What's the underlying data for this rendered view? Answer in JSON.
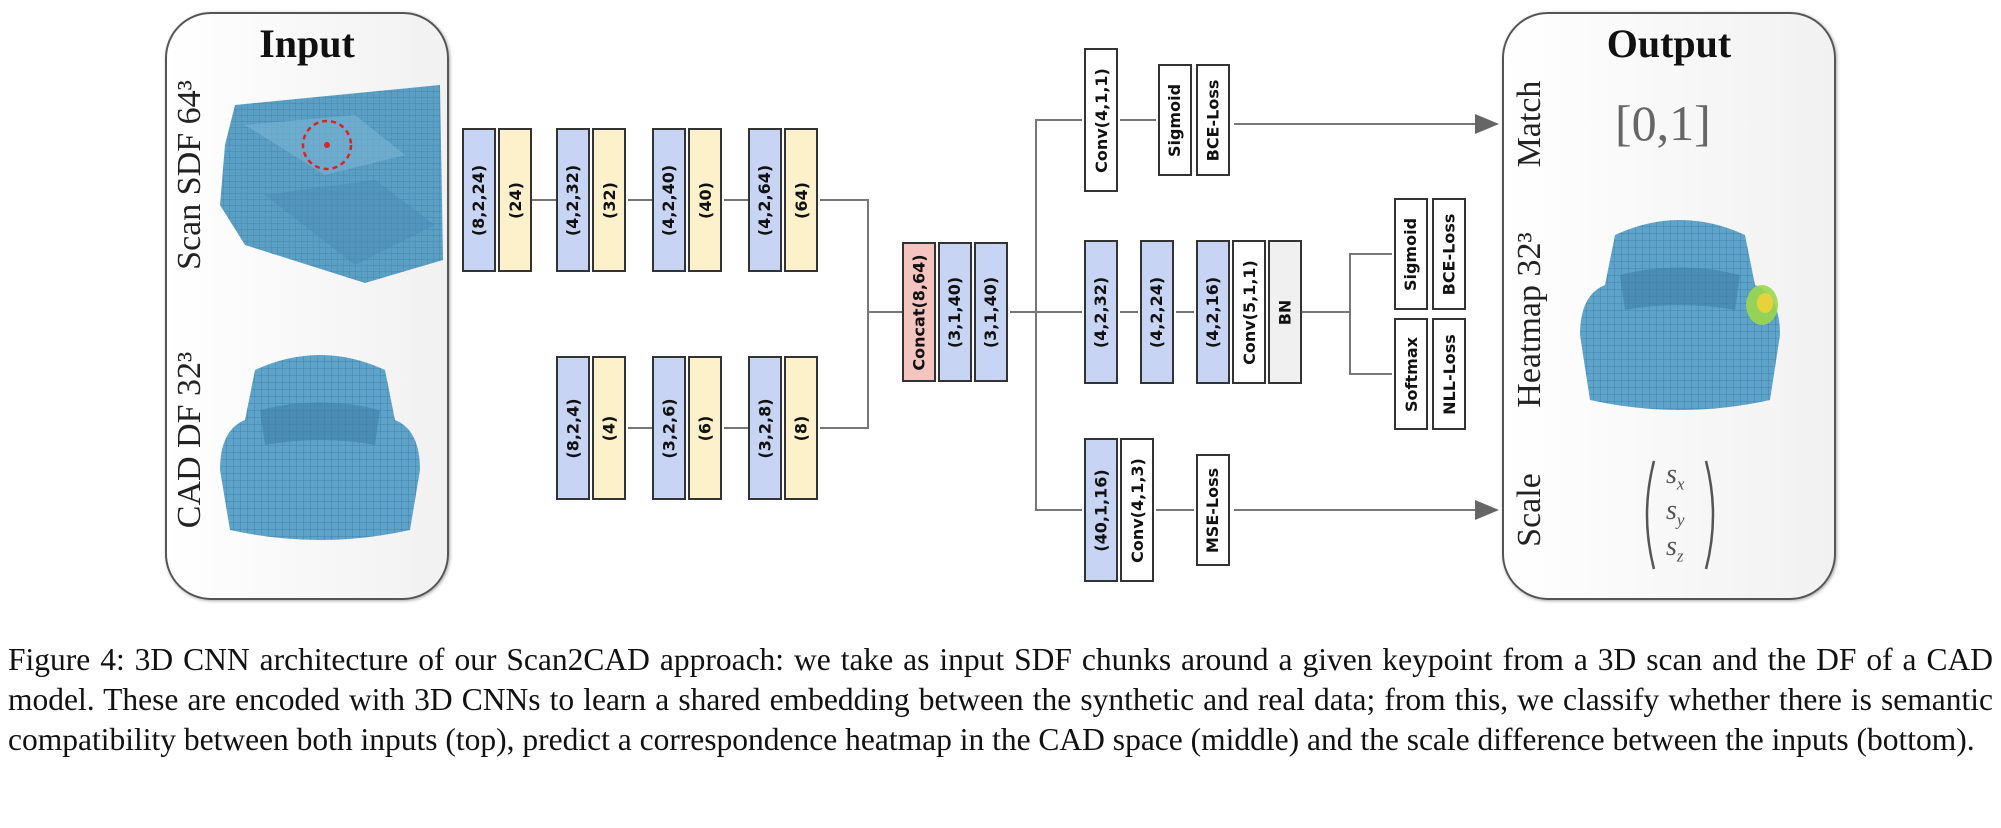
{
  "diagram": {
    "input_panel": {
      "title": "Input",
      "scan_label": "Scan SDF 64³",
      "cad_label": "CAD DF 32³"
    },
    "output_panel": {
      "title": "Output",
      "match_label": "Match",
      "match_value": "[0,1]",
      "heatmap_label": "Heatmap 32³",
      "scale_label": "Scale",
      "scale_x": "s",
      "scale_y": "s",
      "scale_z": "s",
      "sub_x": "x",
      "sub_y": "y",
      "sub_z": "z"
    },
    "scan_encoder": [
      {
        "conv": "(8,2,24)",
        "res": "(24)"
      },
      {
        "conv": "(4,2,32)",
        "res": "(32)"
      },
      {
        "conv": "(4,2,40)",
        "res": "(40)"
      },
      {
        "conv": "(4,2,64)",
        "res": "(64)"
      }
    ],
    "cad_encoder": [
      {
        "conv": "(8,2,4)",
        "res": "(4)"
      },
      {
        "conv": "(3,2,6)",
        "res": "(6)"
      },
      {
        "conv": "(3,2,8)",
        "res": "(8)"
      }
    ],
    "shared": {
      "concat": "Concat(8,64)",
      "res1": "(3,1,40)",
      "res2": "(3,1,40)"
    },
    "match_branch": {
      "conv": "Conv(4,1,1)",
      "act": "Sigmoid",
      "loss": "BCE-Loss"
    },
    "heatmap_branch": {
      "b1": "(4,2,32)",
      "b2": "(4,2,24)",
      "b3": "(4,2,16)",
      "conv": "Conv(5,1,1)",
      "bn": "BN",
      "act1": "Sigmoid",
      "loss1": "BCE-Loss",
      "act2": "Softmax",
      "loss2": "NLL-Loss"
    },
    "scale_branch": {
      "b1": "(40,1,16)",
      "conv": "Conv(4,1,3)",
      "loss": "MSE-Loss"
    }
  },
  "caption": "Figure 4: 3D CNN architecture of our Scan2CAD approach: we take as input SDF chunks around a given keypoint from a 3D scan and the DF of a CAD model. These are encoded with 3D CNNs to learn a shared embedding between the synthetic and real data; from this, we classify whether there is semantic compatibility between both inputs (top), predict a correspondence heatmap in the CAD space (middle) and the scale difference between the inputs (bottom).",
  "colors": {
    "conv_block": "#c7d4f3",
    "res_block": "#fdf1cc",
    "concat_block": "#f4c4c0",
    "voxel_blue": "#5b9fc4"
  }
}
